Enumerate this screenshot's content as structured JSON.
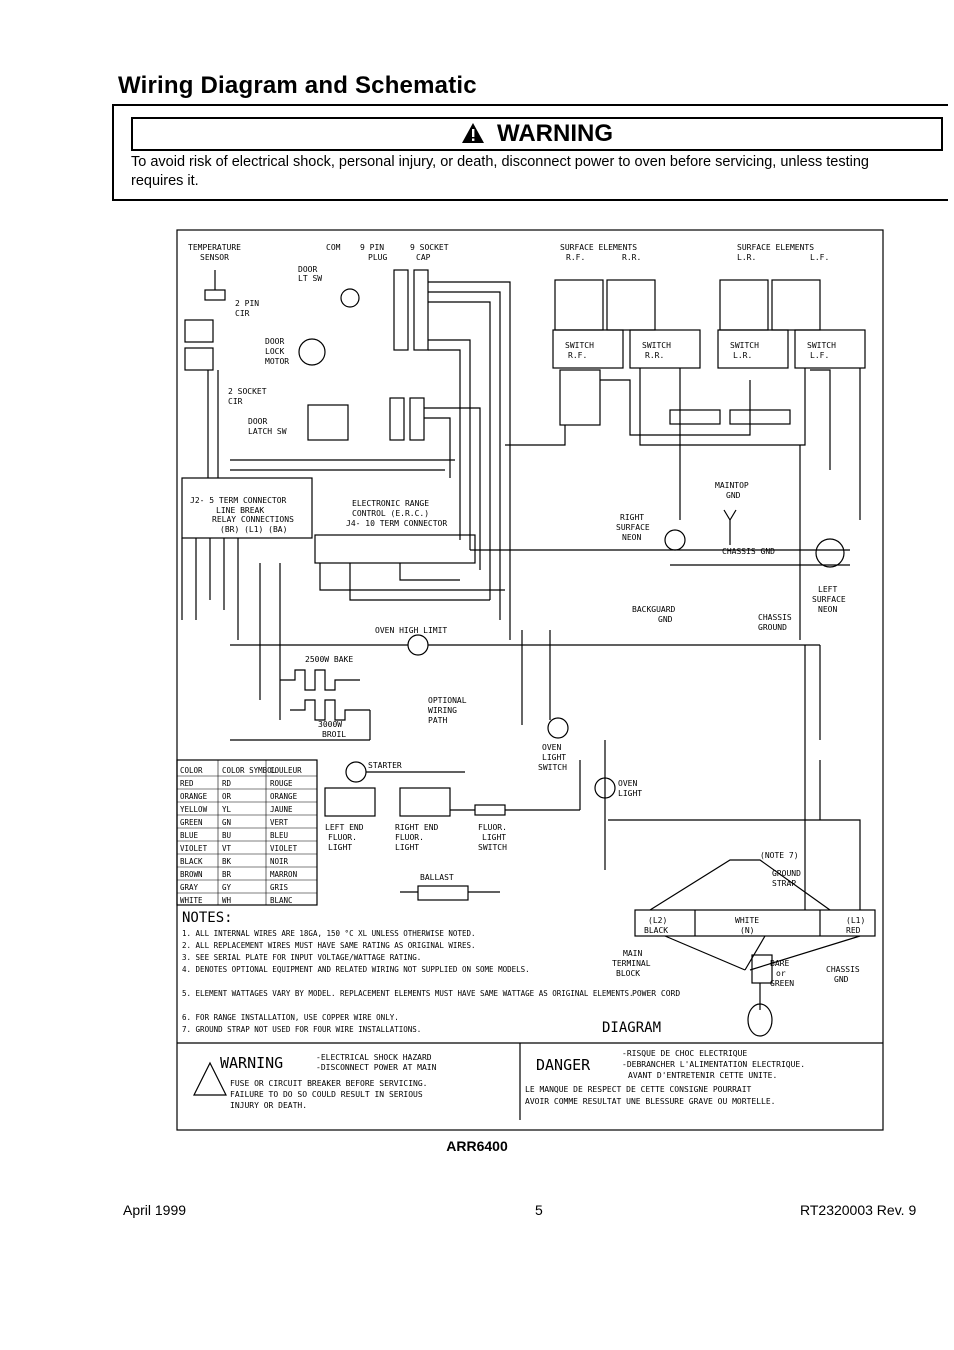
{
  "header": {
    "title": "Wiring Diagram and Schematic",
    "warning_heading": "WARNING",
    "warning_text": "To avoid risk of electrical shock, personal injury, or death, disconnect power to oven before servicing, unless testing requires it."
  },
  "diagram": {
    "labels": {
      "temp_sensor": [
        "TEMPERATURE",
        "SENSOR"
      ],
      "com": "COM",
      "pin9_plug": [
        "9 PIN",
        "PLUG"
      ],
      "socket9_cap": [
        "9 SOCKET",
        "CAP"
      ],
      "door_lt_sw": [
        "DOOR",
        "LT SW"
      ],
      "pin2_cir": [
        "2 PIN",
        "CIR"
      ],
      "door_lock_motor": [
        "DOOR",
        "LOCK",
        "MOTOR"
      ],
      "socket2_cir": [
        "2 SOCKET",
        "CIR"
      ],
      "door_latch_sw": [
        "DOOR",
        "LATCH SW"
      ],
      "surface_elements_right": [
        "SURFACE ELEMENTS",
        "R.F.",
        "R.R."
      ],
      "surface_elements_left": [
        "SURFACE ELEMENTS",
        "L.R.",
        "L.F."
      ],
      "switch_rf": [
        "SWITCH",
        "R.F."
      ],
      "switch_rr": [
        "SWITCH",
        "R.R."
      ],
      "switch_lr": [
        "SWITCH",
        "L.R."
      ],
      "switch_lf": [
        "SWITCH",
        "L.F."
      ],
      "j2_connector": "J2- 5 TERM CONNECTOR",
      "line_break": "LINE BREAK",
      "relay_connections": "RELAY CONNECTIONS",
      "relay_codes": "(BR) (L1) (BA)",
      "erc": [
        "ELECTRONIC RANGE",
        "CONTROL (E.R.C.)",
        "J4- 10 TERM CONNECTOR"
      ],
      "right_surface_neon": [
        "RIGHT",
        "SURFACE",
        "NEON"
      ],
      "maintop_gnd": [
        "MAINTOP",
        "GND"
      ],
      "chassis_gnd": "CHASSIS GND",
      "left_surface_neon": [
        "LEFT",
        "SURFACE",
        "NEON"
      ],
      "backguard_gnd": [
        "BACKGUARD",
        "GND"
      ],
      "chassis_ground": [
        "CHASSIS",
        "GROUND"
      ],
      "oven_high_limit": "OVEN HIGH LIMIT",
      "bake": "2500W BAKE",
      "broil": [
        "3000W",
        "BROIL"
      ],
      "optional_wiring": [
        "OPTIONAL",
        "WIRING",
        "PATH"
      ],
      "oven_light_switch": [
        "OVEN",
        "LIGHT",
        "SWITCH"
      ],
      "oven_light": [
        "OVEN",
        "LIGHT"
      ],
      "starter": "STARTER",
      "left_end_fluor": [
        "LEFT END",
        "FLUOR.",
        "LIGHT"
      ],
      "right_end_fluor": [
        "RIGHT END",
        "FLUOR.",
        "LIGHT"
      ],
      "fluor_light_switch": [
        "FLUOR.",
        "LIGHT",
        "SWITCH"
      ],
      "ballast": "BALLAST",
      "note7": "(NOTE 7)",
      "ground_strap": [
        "GROUND",
        "STRAP"
      ],
      "main_terminal_block": [
        "MAIN",
        "TERMINAL",
        "BLOCK"
      ],
      "power_cord": "POWER CORD",
      "bare_green": [
        "BARE",
        "or",
        "GREEN"
      ],
      "chassis_gnd2": [
        "CHASSIS",
        "GND"
      ],
      "terminals": [
        "(L2)",
        "BLACK",
        "WHITE",
        "(N)",
        "(L1)",
        "RED"
      ],
      "diagram_caption": "DIAGRAM"
    },
    "color_table": {
      "headers": [
        "COLOR",
        "COLOR SYMBOL",
        "COULEUR"
      ],
      "rows": [
        [
          "RED",
          "RD",
          "ROUGE"
        ],
        [
          "ORANGE",
          "OR",
          "ORANGE"
        ],
        [
          "YELLOW",
          "YL",
          "JAUNE"
        ],
        [
          "GREEN",
          "GN",
          "VERT"
        ],
        [
          "BLUE",
          "BU",
          "BLEU"
        ],
        [
          "VIOLET",
          "VT",
          "VIOLET"
        ],
        [
          "BLACK",
          "BK",
          "NOIR"
        ],
        [
          "BROWN",
          "BR",
          "MARRON"
        ],
        [
          "GRAY",
          "GY",
          "GRIS"
        ],
        [
          "WHITE",
          "WH",
          "BLANC"
        ]
      ]
    },
    "notes": {
      "heading": "NOTES:",
      "items": [
        "1. ALL INTERNAL WIRES ARE 18GA, 150 °C XL UNLESS OTHERWISE NOTED.",
        "2. ALL REPLACEMENT WIRES MUST HAVE SAME RATING AS ORIGINAL WIRES.",
        "3. SEE SERIAL PLATE FOR INPUT VOLTAGE/WATTAGE RATING.",
        "4. DENOTES OPTIONAL EQUIPMENT AND RELATED WIRING NOT SUPPLIED ON SOME MODELS.",
        "5. ELEMENT WATTAGES VARY BY MODEL. REPLACEMENT ELEMENTS MUST HAVE SAME WATTAGE AS ORIGINAL ELEMENTS.",
        "6. FOR RANGE INSTALLATION, USE COPPER WIRE ONLY.",
        "7. GROUND STRAP NOT USED FOR FOUR WIRE INSTALLATIONS."
      ]
    },
    "warning_block": {
      "heading": "WARNING",
      "line1": "-ELECTRICAL SHOCK HAZARD",
      "line2": "-DISCONNECT POWER AT MAIN",
      "body": [
        "FUSE OR CIRCUIT BREAKER BEFORE SERVICING.",
        "FAILURE TO DO SO COULD RESULT IN SERIOUS",
        "INJURY OR DEATH."
      ]
    },
    "danger_block": {
      "heading": "DANGER",
      "line1": "-RISQUE DE CHOC ELECTRIQUE",
      "line2": "-DEBRANCHER L'ALIMENTATION ELECTRIQUE.",
      "line3": "AVANT D'ENTRETENIR CETTE UNITE.",
      "body": [
        "LE MANQUE DE RESPECT DE CETTE CONSIGNE POURRAIT",
        "AVOIR COMME RESULTAT UNE BLESSURE GRAVE OU MORTELLE."
      ]
    }
  },
  "footer": {
    "model": "ARR6400",
    "date": "April 1999",
    "page": "5",
    "doc": "RT2320003   Rev. 9"
  }
}
